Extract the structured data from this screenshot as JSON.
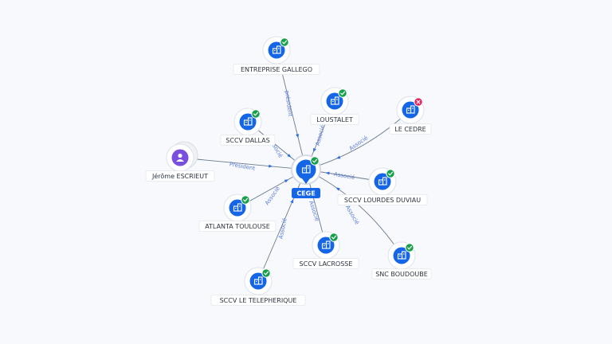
{
  "center": {
    "name": "CEGE",
    "icon": "building-icon",
    "status": "active"
  },
  "nodes": [
    {
      "id": "gallego",
      "name": "ENTREPRISE GALLEGO",
      "kind": "company",
      "status": "active",
      "edge_label": "président"
    },
    {
      "id": "loustalet",
      "name": "LOUSTALET",
      "kind": "company",
      "status": "active",
      "edge_label": "Associé"
    },
    {
      "id": "lecedre",
      "name": "LE CEDRE",
      "kind": "company",
      "status": "closed",
      "edge_label": "Associé"
    },
    {
      "id": "dallas",
      "name": "SCCV DALLAS",
      "kind": "company",
      "status": "active",
      "edge_label": "Associé"
    },
    {
      "id": "escrieut",
      "name": "Jérôme ESCRIEUT",
      "kind": "person",
      "status": "none",
      "edge_label": "Président"
    },
    {
      "id": "lourdes",
      "name": "SCCV LOURDES DUVIAU",
      "kind": "company",
      "status": "active",
      "edge_label": "Associé"
    },
    {
      "id": "atlanta",
      "name": "ATLANTA TOULOUSE",
      "kind": "company",
      "status": "active",
      "edge_label": "Associé"
    },
    {
      "id": "lacrosse",
      "name": "SCCV LACROSSE",
      "kind": "company",
      "status": "active",
      "edge_label": "Associé"
    },
    {
      "id": "boudoube",
      "name": "SNC BOUDOUBE",
      "kind": "company",
      "status": "active",
      "edge_label": "Associé"
    },
    {
      "id": "telepherique",
      "name": "SCCV LE TELEPHERIQUE",
      "kind": "company",
      "status": "active",
      "edge_label": "Associé"
    }
  ],
  "colors": {
    "company": "#1566e6",
    "person": "#7a4fe0",
    "active": "#17a04a",
    "closed": "#e0245e",
    "edge_label": "#5a7bd6"
  },
  "icons": {
    "company": "building-icon",
    "person": "person-icon",
    "active": "check-badge-icon",
    "closed": "cross-badge-icon"
  }
}
